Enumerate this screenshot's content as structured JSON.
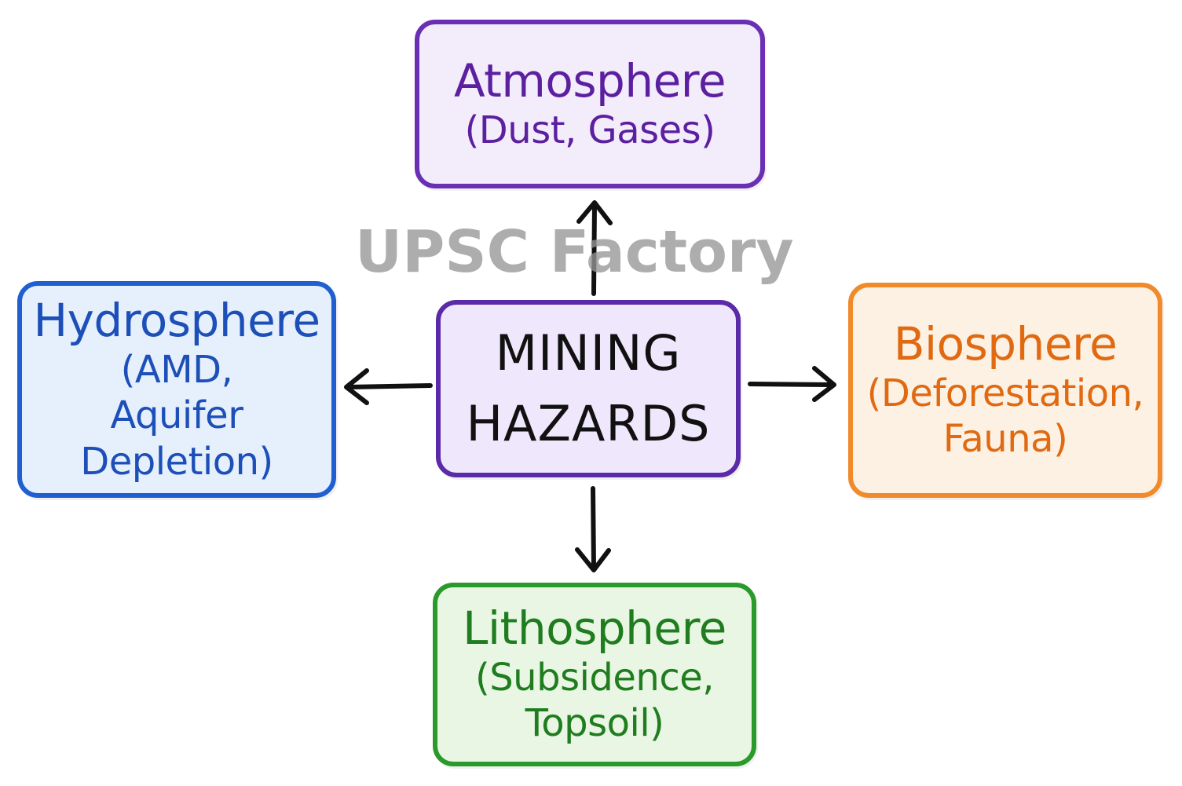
{
  "watermark": "UPSC Factory",
  "center": {
    "lines": [
      "MINING",
      "HAZARDS"
    ],
    "color": "#111111",
    "border": "#5b2aa8",
    "fill": "#efe7fb"
  },
  "branches": {
    "atmosphere": {
      "title": "Atmosphere",
      "lines": [
        "(Dust, Gases)"
      ],
      "color": "#5b1fa0",
      "border": "#6a2fb5",
      "fill": "#f2ecfb"
    },
    "hydrosphere": {
      "title": "Hydrosphere",
      "lines": [
        "(AMD,",
        "Aquifer Depletion)"
      ],
      "color": "#1d4fb8",
      "border": "#1f5fd0",
      "fill": "#e6f0fd"
    },
    "biosphere": {
      "title": "Biosphere",
      "lines": [
        "(Deforestation,",
        "Fauna)"
      ],
      "color": "#e06a12",
      "border": "#f08a2a",
      "fill": "#fdf1e3"
    },
    "lithosphere": {
      "title": "Lithosphere",
      "lines": [
        "(Subsidence,",
        "Topsoil)"
      ],
      "color": "#1f7d1f",
      "border": "#2a9a2a",
      "fill": "#e8f6e3"
    }
  }
}
